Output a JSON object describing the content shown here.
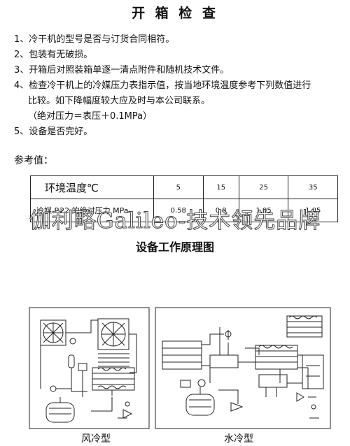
{
  "title": "开 箱 检 查",
  "checklist": [
    "1、冷干机的型号是否与订货合同相符。",
    "2、包装有无破损。",
    "3、开箱后对照装箱单逐一清点附件和随机技术文件。",
    "4、检查冷干机上的冷媒压力表指示值，按当地环境温度参考下列数值进行",
    "比较。如下降幅度较大应及时与本公司联系。",
    "（绝对压力＝表压＋0.1MPa）",
    "5、设备是否完好。"
  ],
  "reference_label": "参考值：",
  "table": {
    "row1_header": "环境温度℃",
    "temperatures": [
      "5",
      "15",
      "25",
      "35"
    ],
    "row2_header": "冷媒 R22 的绝对压力 MPa",
    "pressures": [
      "0.58",
      "0.8",
      "1.05",
      "1.05"
    ]
  },
  "watermark": "伽利略Galileo-技术领先品牌",
  "diagram_title": "设备工作原理图",
  "captions": {
    "air": "风冷型",
    "water": "水冷型"
  }
}
